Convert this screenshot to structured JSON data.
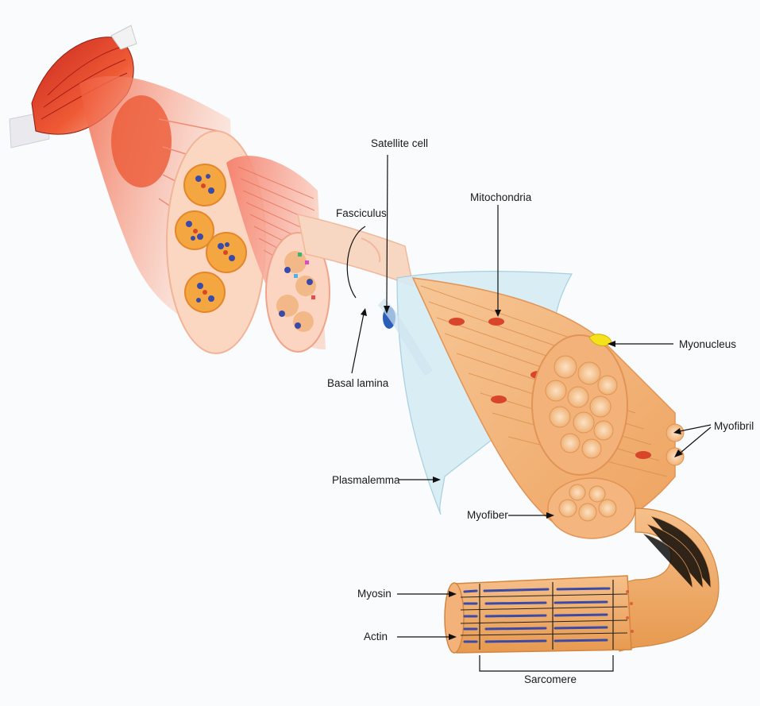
{
  "labels": {
    "satellite_cell": "Satellite cell",
    "fasciculus": "Fasciculus",
    "mitochondria": "Mitochondria",
    "myonucleus": "Myonucleus",
    "basal_lamina": "Basal lamina",
    "myofibril": "Myofibril",
    "plasmalemma": "Plasmalemma",
    "myofiber": "Myofiber",
    "myosin": "Myosin",
    "actin": "Actin",
    "sarcomere": "Sarcomere"
  },
  "colors": {
    "muscle_red": "#e5432f",
    "fascicle_orange": "#f4a640",
    "fiber_tan": "#f0b477",
    "fiber_stripe": "#d98f4e",
    "membrane_blue": "#d6ecf4",
    "nucleus_blue": "#3a4aa8",
    "mitochondria_red": "#d8452b",
    "myonucleus_yellow": "#f5e11c",
    "satellite_blue": "#2b5fb8",
    "background": "#f9fbfc"
  }
}
